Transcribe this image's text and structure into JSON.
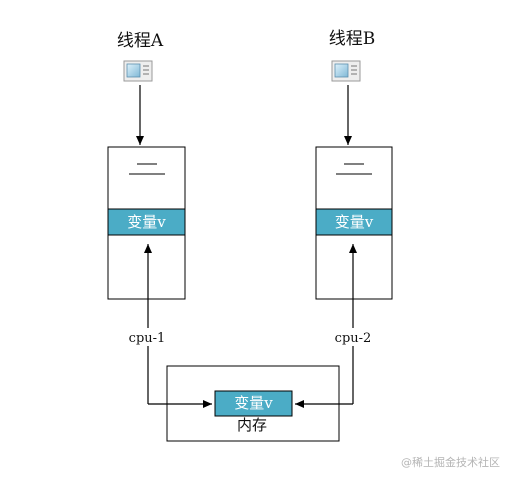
{
  "thread_a": {
    "title": "线程A",
    "variable": "变量v",
    "cpu": "cpu-1"
  },
  "thread_b": {
    "title": "线程B",
    "variable": "变量v",
    "cpu": "cpu-2"
  },
  "memory": {
    "label": "内存",
    "variable": "变量v"
  },
  "watermark": "@稀土掘金技术社区",
  "colors": {
    "variable_fill": "#4bacc6",
    "line": "#000000"
  }
}
